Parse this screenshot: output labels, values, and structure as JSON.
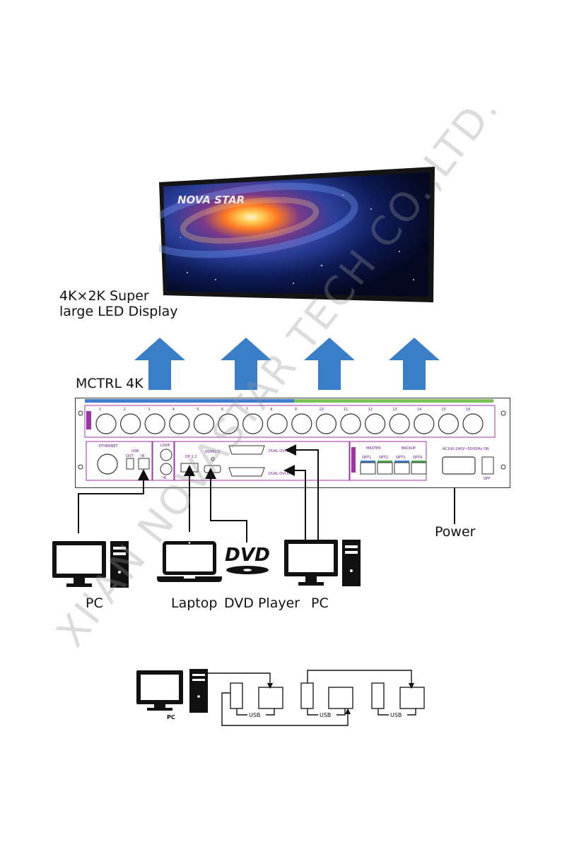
{
  "display": {
    "brand": "NOVA STAR",
    "caption_line1": "4K×2K Super",
    "caption_line2": "large LED Display"
  },
  "controller": {
    "title": "MCTRL 4K",
    "output_ports": [
      "1",
      "2",
      "3",
      "4",
      "5",
      "6",
      "7",
      "8",
      "9",
      "10",
      "11",
      "12",
      "13",
      "14",
      "15",
      "16"
    ],
    "ethernet_label": "ETHERNET",
    "usb_label": "USB",
    "usb_out": "OUT",
    "usb_in": "IN",
    "loop_label": "LOOP",
    "in_label": "IN",
    "dp_label": "DP 1.2",
    "hdmi_label": "HDMI2.0",
    "dvi2_label": "DUAL DVI-D 2",
    "dvi1_label": "DUAL DVI-D 1",
    "master_label": "MASTER",
    "backup_label": "BACKUP",
    "opt_ports": [
      "OPT1",
      "OPT2",
      "OPT3",
      "OPT4"
    ],
    "ac_label": "AC100-240V~50/60Hz",
    "on_label": "ON",
    "off_label": "OFF"
  },
  "sources": {
    "pc_left": "PC",
    "laptop": "Laptop",
    "dvd": "DVD Player",
    "pc_right": "PC",
    "power": "Power",
    "dvd_logo": "DVD"
  },
  "cascade": {
    "pc_label": "PC",
    "usb_labels": [
      "USB",
      "USB",
      "USB"
    ]
  },
  "watermark": "XI'AN NOVASTAR TECH CO.,LTD.",
  "colors": {
    "arrow": "#3a7ec8",
    "panel_border": "#a033a8",
    "blue_strip": "#3e7bd1",
    "green_strip": "#7cc05a"
  }
}
